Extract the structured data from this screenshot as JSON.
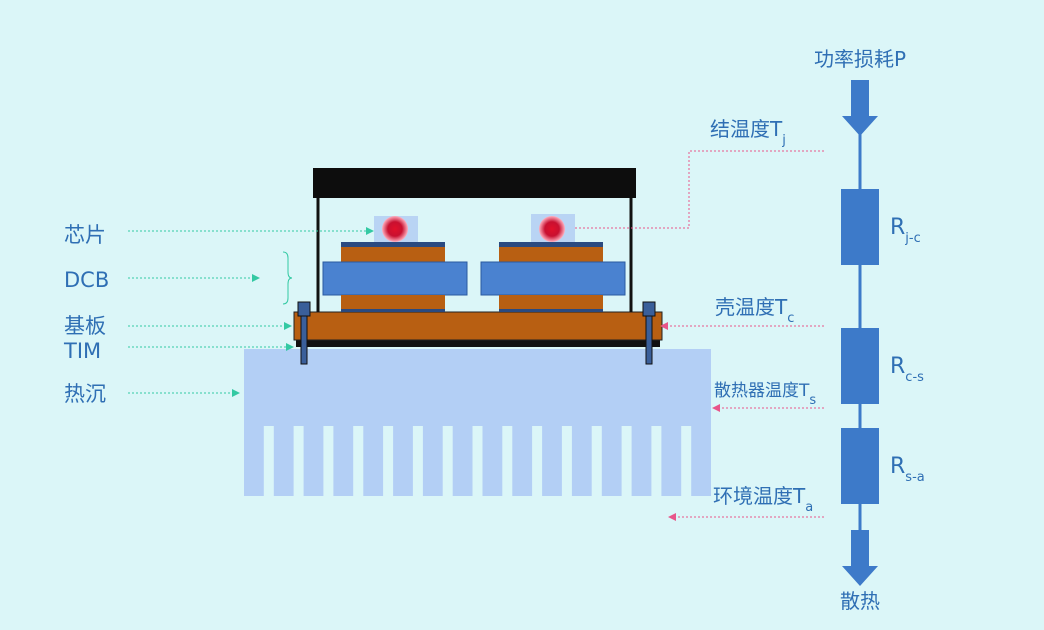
{
  "left_labels": {
    "chip": "芯片",
    "dcb": "DCB",
    "baseplate": "基板",
    "tim": "TIM",
    "heatsink": "热沉"
  },
  "right_labels": {
    "power_loss": "功率损耗P",
    "junction_temp": {
      "text": "结温度T",
      "sub": "j"
    },
    "case_temp": {
      "text": "壳温度T",
      "sub": "c"
    },
    "heatsink_temp": {
      "text": "散热器温度T",
      "sub": "s"
    },
    "ambient_temp": {
      "text": "环境温度T",
      "sub": "a"
    },
    "dissipation": "散热"
  },
  "resistors": {
    "r_jc": {
      "text": "R",
      "sub": "j-c"
    },
    "r_cs": {
      "text": "R",
      "sub": "c-s"
    },
    "r_sa": {
      "text": "R",
      "sub": "s-a"
    }
  },
  "colors": {
    "background": "#dbf6f8",
    "label": "#2f6fb4",
    "resistor": "#3d7ac9",
    "copper": "#b85f12",
    "dcb_ceramic": "#4a82d0",
    "heatsink": "#b3cff5",
    "frame": "#0d0d0d",
    "chip_hot": "#c8102e",
    "leader_left": "#33c9a3",
    "leader_right": "#e8558a"
  }
}
